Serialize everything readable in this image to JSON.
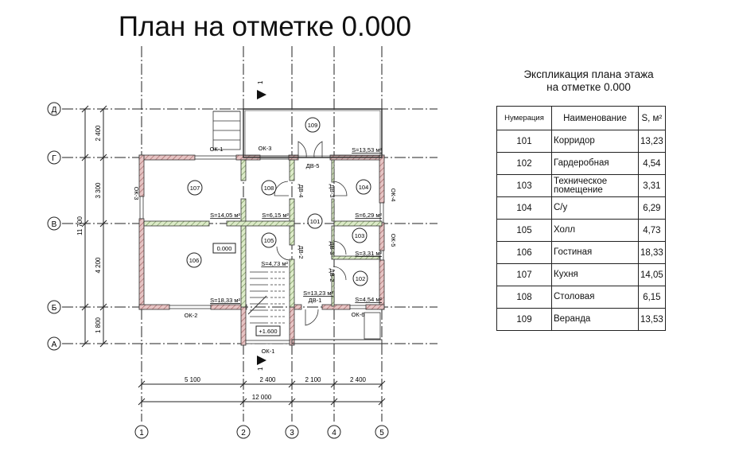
{
  "title": "План на отметке 0.000",
  "explication": {
    "title_line1": "Экспликация плана этажа",
    "title_line2": "на отметке 0.000",
    "headers": [
      "Нумерация",
      "Наименование",
      "S, м²"
    ],
    "rows": [
      {
        "num": "101",
        "name": "Корридор",
        "area": "13,23"
      },
      {
        "num": "102",
        "name": "Гардеробная",
        "area": "4,54"
      },
      {
        "num": "103",
        "name": "Техническое помещение",
        "area": "3,31"
      },
      {
        "num": "104",
        "name": "С/у",
        "area": "6,29"
      },
      {
        "num": "105",
        "name": "Холл",
        "area": "4,73"
      },
      {
        "num": "106",
        "name": "Гостиная",
        "area": "18,33"
      },
      {
        "num": "107",
        "name": "Кухня",
        "area": "14,05"
      },
      {
        "num": "108",
        "name": "Столовая",
        "area": "6,15"
      },
      {
        "num": "109",
        "name": "Веранда",
        "area": "13,53"
      }
    ]
  },
  "plan": {
    "axes_vertical": [
      "1",
      "2",
      "3",
      "4",
      "5"
    ],
    "axes_horizontal": [
      "Д",
      "Г",
      "В",
      "Б",
      "А"
    ],
    "dims_vertical": [
      "2 400",
      "3 300",
      "4 200",
      "1 800"
    ],
    "dim_total_vertical": "11 700",
    "dims_horizontal": [
      "5 100",
      "2 400",
      "2 100",
      "2 400"
    ],
    "dim_total_horizontal": "12 000",
    "rooms": [
      {
        "num": "101",
        "area": "S=13,23 м²"
      },
      {
        "num": "102",
        "area": "S=4,54 м²"
      },
      {
        "num": "103",
        "area": "S=3,31 м²"
      },
      {
        "num": "104",
        "area": "S=6,29 м²"
      },
      {
        "num": "105",
        "area": "S=4,73 м²"
      },
      {
        "num": "106",
        "area": "S=18,33 м²"
      },
      {
        "num": "107",
        "area": "S=14,05 м²"
      },
      {
        "num": "108",
        "area": "S=6,15 м²"
      },
      {
        "num": "109",
        "area": "S=13,53 м²"
      }
    ],
    "openings": [
      "ОК-3",
      "ОК-1",
      "ДВ-5",
      "ОК-3",
      "ДВ-4",
      "ДВ-3",
      "ОК-4",
      "ДВ-2",
      "ДВ-3",
      "ОК-5",
      "ДВ-2",
      "ДВ-1",
      "ОК-2",
      "ОК-6",
      "ОК-1"
    ],
    "elevation_main": "0.000",
    "elevation_stair": "+1.600",
    "section_mark": "1"
  }
}
